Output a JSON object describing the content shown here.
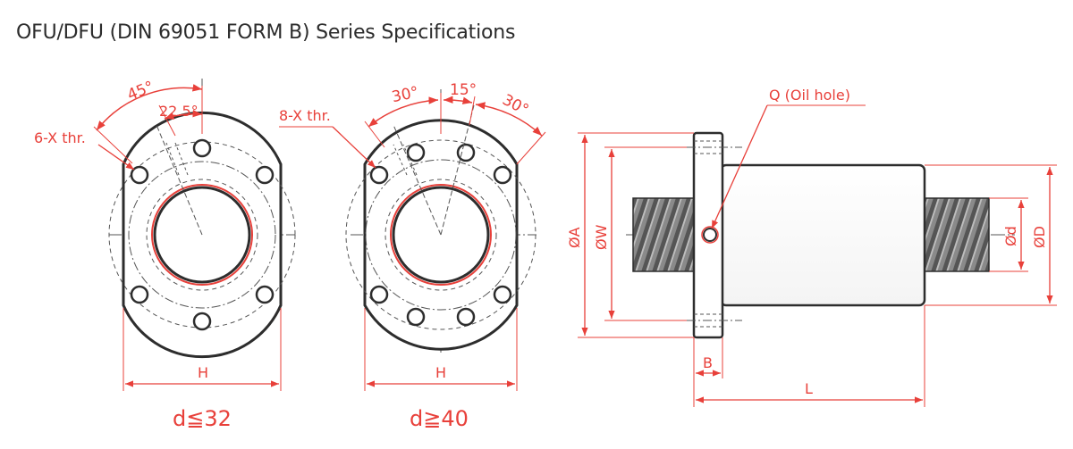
{
  "title": "OFU/DFU (DIN 69051 FORM B) Series Specifications",
  "view1": {
    "angle_outer": "45°",
    "angle_inner": "22.5°",
    "thread_label": "6-X thr.",
    "width_label": "H",
    "condition": "d≦32"
  },
  "view2": {
    "angle_left": "30°",
    "angle_mid": "15°",
    "angle_right": "30°",
    "thread_label": "8-X thr.",
    "width_label": "H",
    "condition": "d≧40"
  },
  "side_view": {
    "oil_hole_label": "Q  (Oil hole)",
    "dia_A": "ØA",
    "dia_W": "ØW",
    "dia_d": "Ød",
    "dia_D": "ØD",
    "flange_B": "B",
    "length_L": "L"
  },
  "colors": {
    "outline": "#2d2d2d",
    "dimension": "#e8403a",
    "centerline": "#555555"
  }
}
